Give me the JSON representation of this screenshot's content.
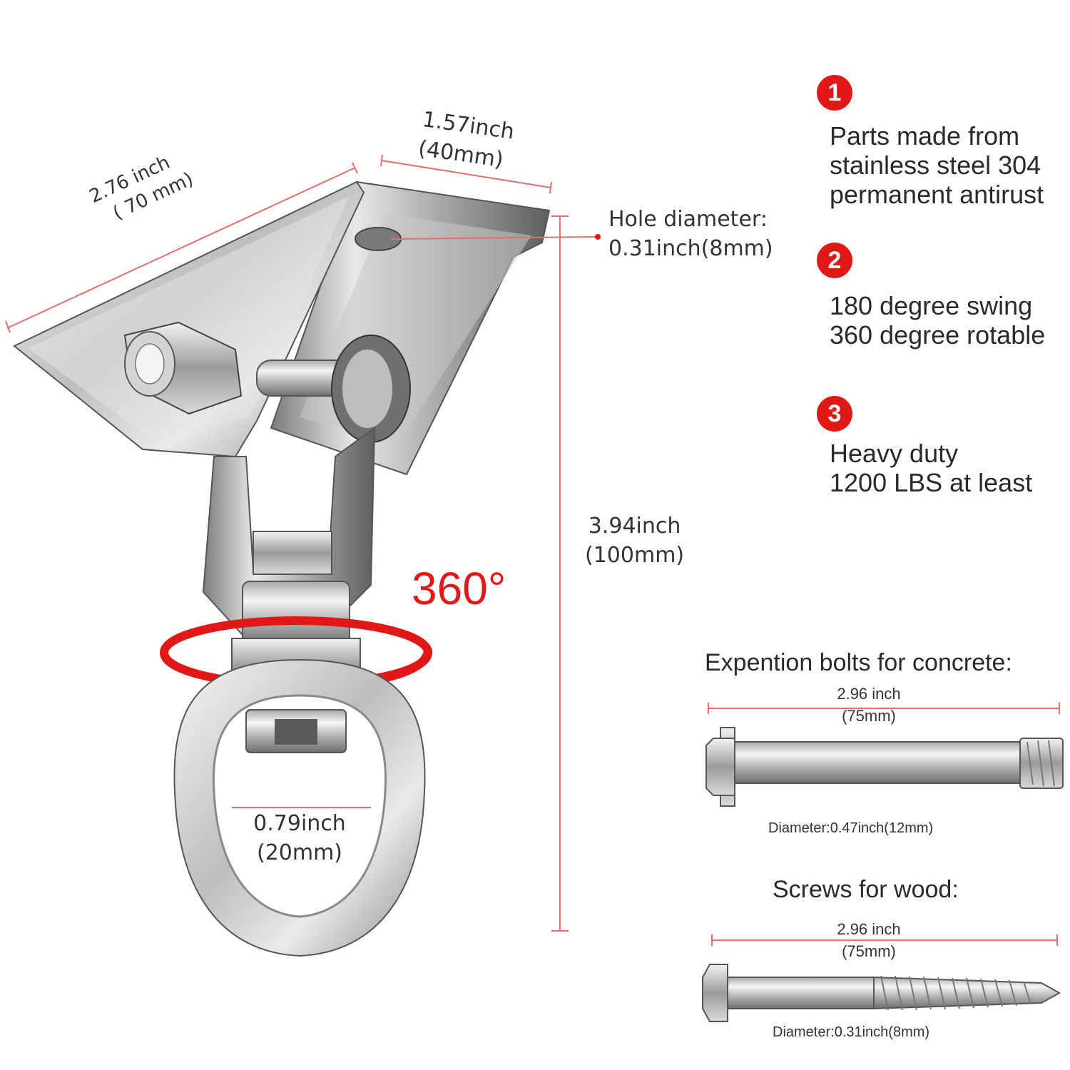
{
  "dimensions": {
    "length": {
      "line1": "2.76 inch",
      "line2": "( 70 mm)"
    },
    "width": {
      "line1": "1.57inch",
      "line2": "(40mm)"
    },
    "hole": {
      "line1": "Hole diameter:",
      "line2": "0.31inch(8mm)"
    },
    "height": {
      "line1": "3.94inch",
      "line2": "(100mm)"
    },
    "ring": {
      "line1": "0.79inch",
      "line2": "(20mm)"
    }
  },
  "rotation_label": "360°",
  "features": [
    {
      "num": "1",
      "lines": [
        "Parts made from",
        "stainless steel 304",
        "permanent antirust"
      ]
    },
    {
      "num": "2",
      "lines": [
        "180 degree swing",
        "360 degree rotable"
      ]
    },
    {
      "num": "3",
      "lines": [
        "Heavy duty",
        "1200 LBS at least"
      ]
    }
  ],
  "concrete_bolts": {
    "title": "Expention bolts for concrete:",
    "length_line1": "2.96 inch",
    "length_line2": "(75mm)",
    "diameter": "Diameter:0.47inch(12mm)"
  },
  "wood_screws": {
    "title": "Screws for wood:",
    "length_line1": "2.96 inch",
    "length_line2": "(75mm)",
    "diameter": "Diameter:0.31inch(8mm)"
  },
  "colors": {
    "accent": "#e01818",
    "dimension_line": "#e07070",
    "steel_light": "#eeeeee",
    "steel_dark": "#6a6a6a"
  }
}
